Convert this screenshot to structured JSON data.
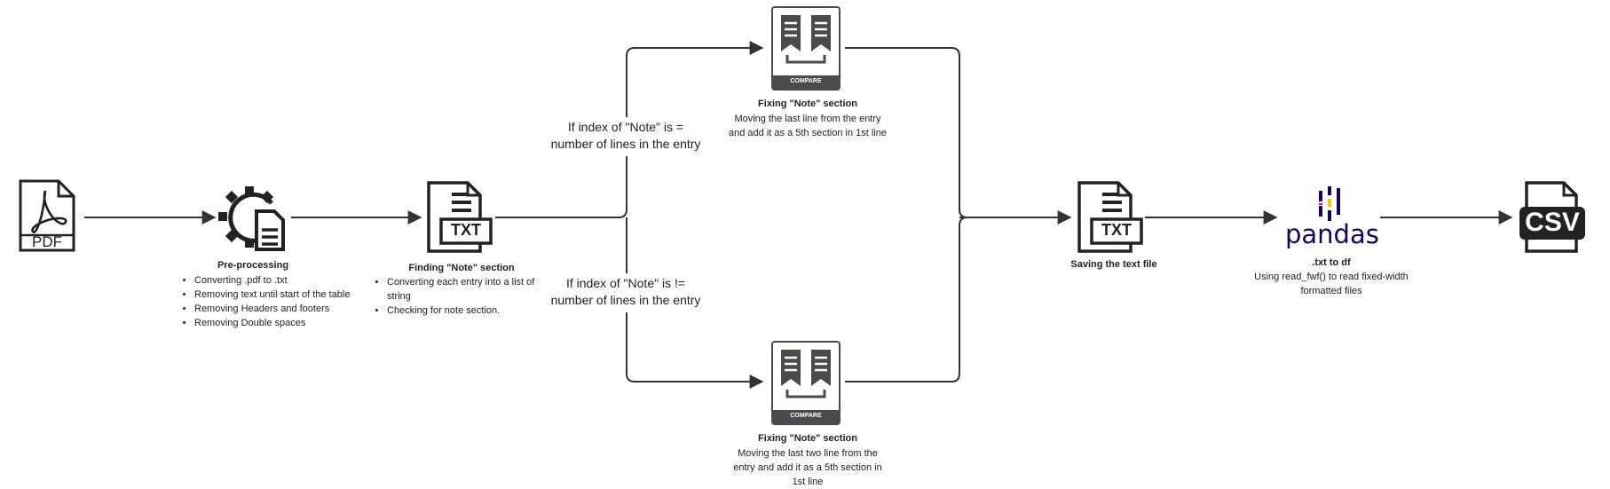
{
  "icons": {
    "pdf": {
      "label": "PDF",
      "icon": "pdf-file-icon"
    },
    "txt1": {
      "label": "TXT",
      "icon": "txt-file-icon"
    },
    "compare_top": {
      "label": "COMPARE",
      "icon": "compare-icon"
    },
    "compare_bottom": {
      "label": "COMPARE",
      "icon": "compare-icon"
    },
    "txt2": {
      "label": "TXT",
      "icon": "txt-file-icon"
    },
    "pandas": {
      "label": "pandas",
      "icon": "pandas-logo-icon"
    },
    "csv": {
      "label": "CSV",
      "icon": "csv-file-icon"
    }
  },
  "preprocessing": {
    "title": "Pre-processing",
    "items": [
      "Converting .pdf to .txt",
      "Removing text until start of the table",
      "Removing Headers and footers",
      "Removing Double spaces"
    ]
  },
  "finding_note": {
    "title": "Finding \"Note\" section",
    "items": [
      "Converting each entry into a list of string",
      "Checking for note section."
    ]
  },
  "condition_top": {
    "line1": "If index of \"Note\" is =",
    "line2": "number of lines in the entry"
  },
  "condition_bottom": {
    "line1": "If index of \"Note\" is !=",
    "line2": "number of lines in the entry"
  },
  "fix_top": {
    "title": "Fixing \"Note\" section",
    "desc_line1": "Moving the last line from the entry",
    "desc_line2": "and add it as a 5th section in 1st line"
  },
  "fix_bottom": {
    "title": "Fixing \"Note\" section",
    "desc_line1": "Moving the last two line from the",
    "desc_line2": "entry and add it as a 5th section in",
    "desc_line3": "1st line"
  },
  "saving": {
    "title": "Saving the text file"
  },
  "txt_to_df": {
    "title": ".txt to df",
    "desc_line1": "Using read_fwf() to read fixed-width",
    "desc_line2": "formatted files"
  },
  "colors": {
    "line": "#333333",
    "icon": "#222222",
    "compare": "#4a4a4f",
    "pandas_text": "#150458",
    "pandas_yellow": "#ffca00",
    "pandas_pink": "#e70488"
  }
}
